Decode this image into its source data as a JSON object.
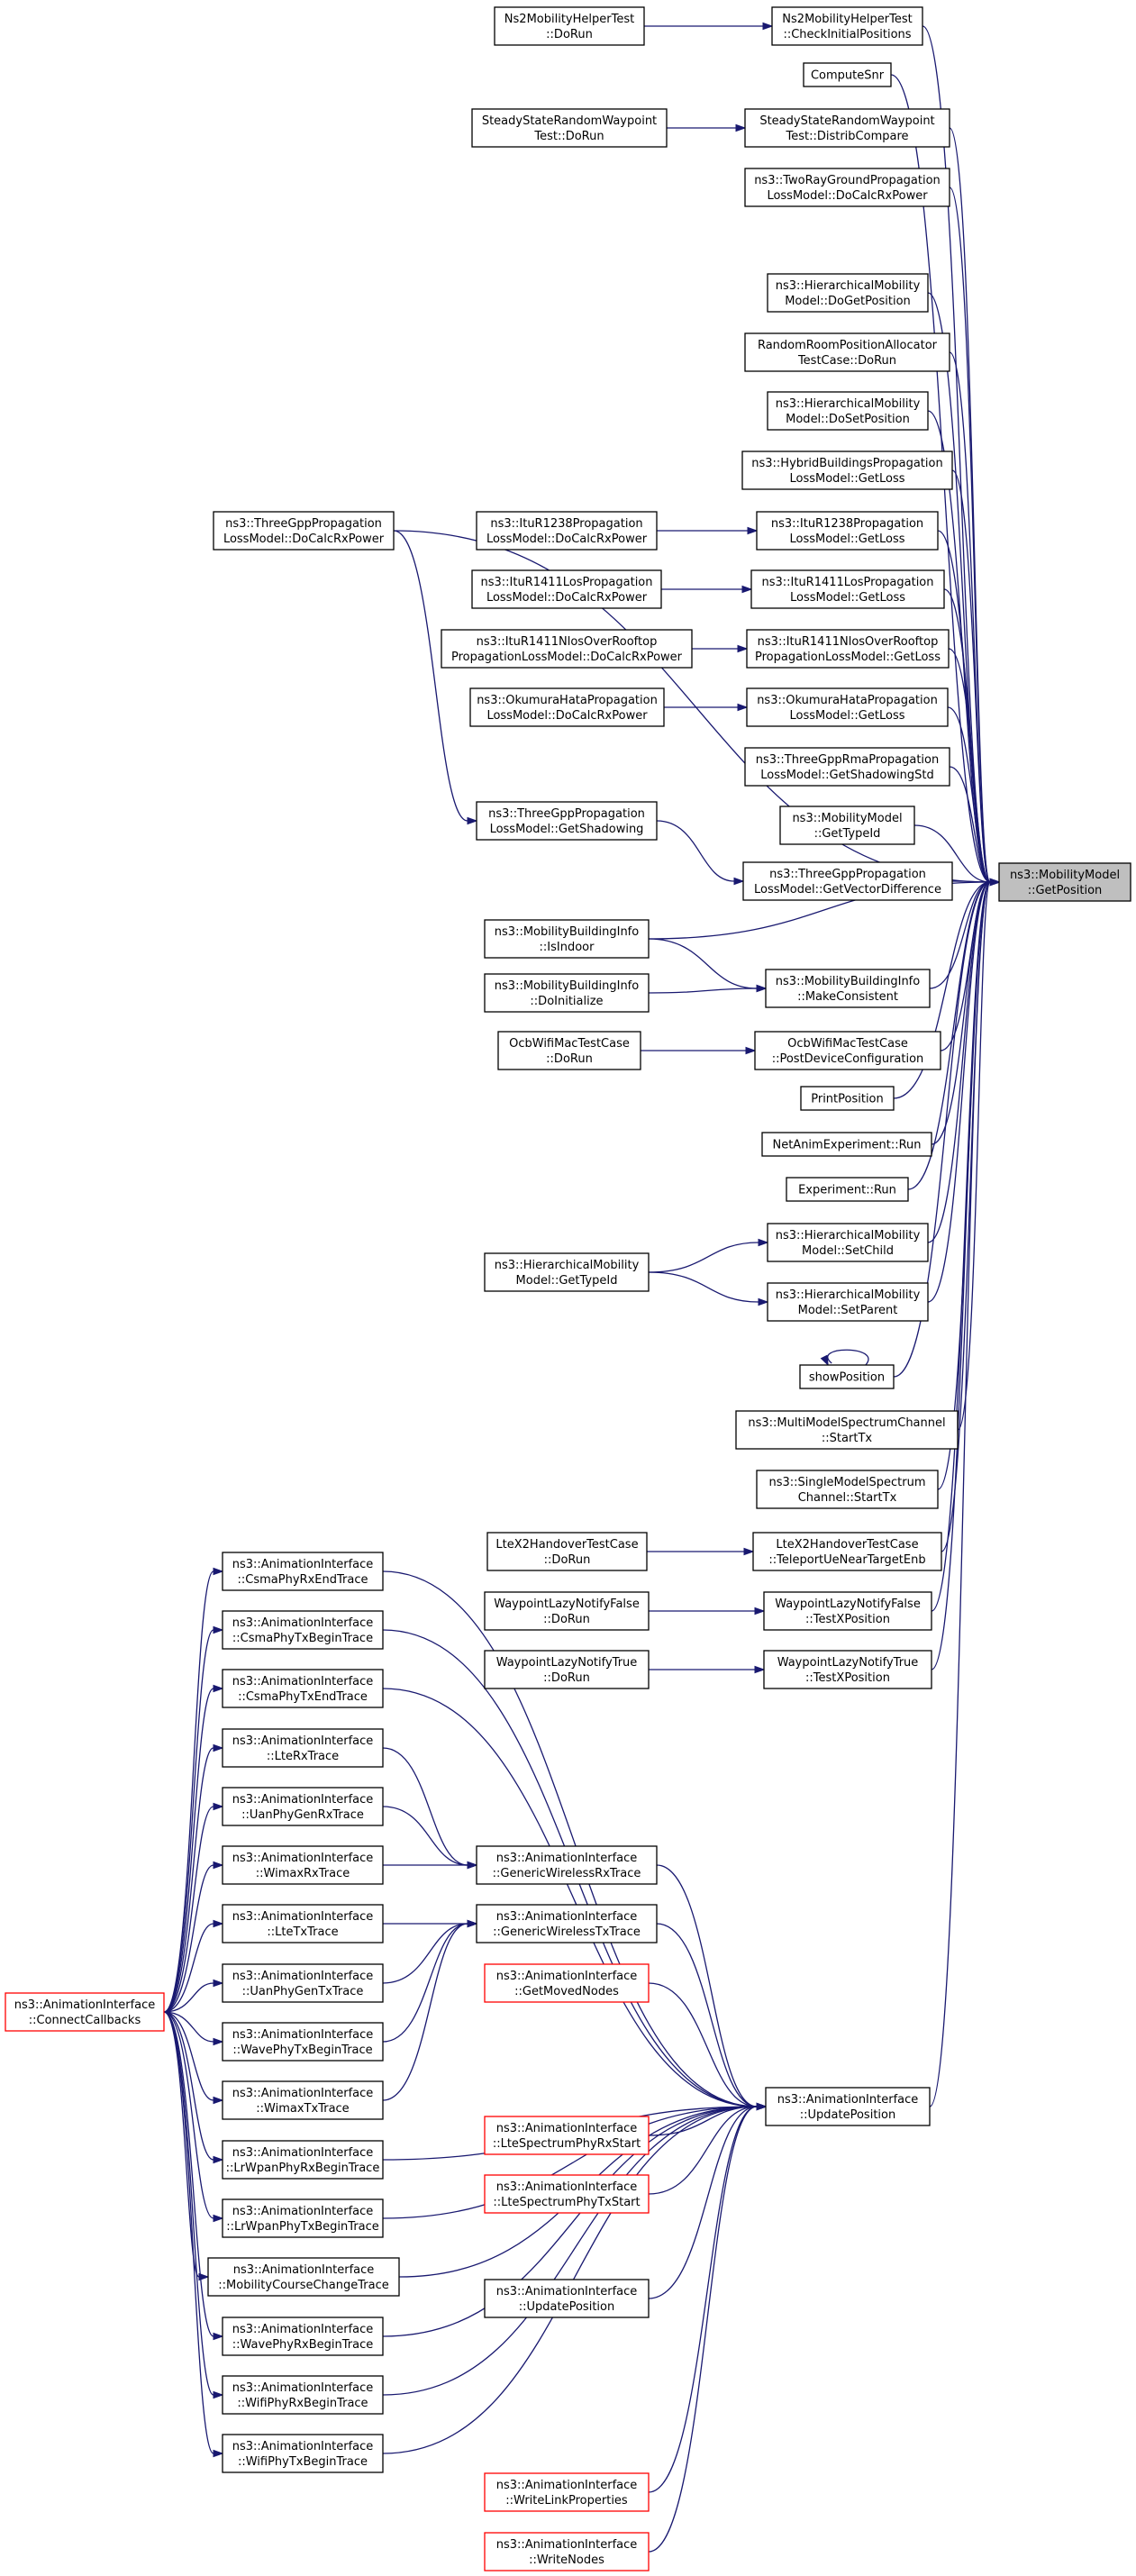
{
  "diagram": {
    "type": "call-graph",
    "focus_node": "getposition",
    "nodes": [
      {
        "id": "getposition",
        "lines": [
          "ns3::MobilityModel",
          "::GetPosition"
        ],
        "focus": true
      },
      {
        "id": "checkinit",
        "lines": [
          "Ns2MobilityHelperTest",
          "::CheckInitialPositions"
        ]
      },
      {
        "id": "ns2dorun",
        "lines": [
          "Ns2MobilityHelperTest",
          "::DoRun"
        ]
      },
      {
        "id": "computesnr",
        "lines": [
          "ComputeSnr"
        ]
      },
      {
        "id": "ssdistrib",
        "lines": [
          "SteadyStateRandomWaypoint",
          "Test::DistribCompare"
        ]
      },
      {
        "id": "ssdorun",
        "lines": [
          "SteadyStateRandomWaypoint",
          "Test::DoRun"
        ]
      },
      {
        "id": "tworay",
        "lines": [
          "ns3::TwoRayGroundPropagation",
          "LossModel::DoCalcRxPower"
        ]
      },
      {
        "id": "threegppdocalc",
        "lines": [
          "ns3::ThreeGppPropagation",
          "LossModel::DoCalcRxPower"
        ]
      },
      {
        "id": "hiergetpos",
        "lines": [
          "ns3::HierarchicalMobility",
          "Model::DoGetPosition"
        ]
      },
      {
        "id": "randroom",
        "lines": [
          "RandomRoomPositionAllocator",
          "TestCase::DoRun"
        ]
      },
      {
        "id": "hiersetpos",
        "lines": [
          "ns3::HierarchicalMobility",
          "Model::DoSetPosition"
        ]
      },
      {
        "id": "hybrid",
        "lines": [
          "ns3::HybridBuildingsPropagation",
          "LossModel::GetLoss"
        ]
      },
      {
        "id": "itu1238calc",
        "lines": [
          "ns3::ItuR1238Propagation",
          "LossModel::DoCalcRxPower"
        ]
      },
      {
        "id": "itu1238loss",
        "lines": [
          "ns3::ItuR1238Propagation",
          "LossModel::GetLoss"
        ]
      },
      {
        "id": "itu1411calc",
        "lines": [
          "ns3::ItuR1411LosPropagation",
          "LossModel::DoCalcRxPower"
        ]
      },
      {
        "id": "itu1411loss",
        "lines": [
          "ns3::ItuR1411LosPropagation",
          "LossModel::GetLoss"
        ]
      },
      {
        "id": "itunloscalc",
        "lines": [
          "ns3::ItuR1411NlosOverRooftop",
          "PropagationLossModel::DoCalcRxPower"
        ]
      },
      {
        "id": "itunlosloss",
        "lines": [
          "ns3::ItuR1411NlosOverRooftop",
          "PropagationLossModel::GetLoss"
        ]
      },
      {
        "id": "okucalc",
        "lines": [
          "ns3::OkumuraHataPropagation",
          "LossModel::DoCalcRxPower"
        ]
      },
      {
        "id": "okuloss",
        "lines": [
          "ns3::OkumuraHataPropagation",
          "LossModel::GetLoss"
        ]
      },
      {
        "id": "rmashadow",
        "lines": [
          "ns3::ThreeGppRmaPropagation",
          "LossModel::GetShadowingStd"
        ]
      },
      {
        "id": "gppshadow",
        "lines": [
          "ns3::ThreeGppPropagation",
          "LossModel::GetShadowing"
        ]
      },
      {
        "id": "mobtypeid",
        "lines": [
          "ns3::MobilityModel",
          "::GetTypeId"
        ]
      },
      {
        "id": "gppvecdiff",
        "lines": [
          "ns3::ThreeGppPropagation",
          "LossModel::GetVectorDifference"
        ]
      },
      {
        "id": "isindoor",
        "lines": [
          "ns3::MobilityBuildingInfo",
          "::IsIndoor"
        ]
      },
      {
        "id": "mbidoinit",
        "lines": [
          "ns3::MobilityBuildingInfo",
          "::DoInitialize"
        ]
      },
      {
        "id": "makecons",
        "lines": [
          "ns3::MobilityBuildingInfo",
          "::MakeConsistent"
        ]
      },
      {
        "id": "ocbdorun",
        "lines": [
          "OcbWifiMacTestCase",
          "::DoRun"
        ]
      },
      {
        "id": "ocbpost",
        "lines": [
          "OcbWifiMacTestCase",
          "::PostDeviceConfiguration"
        ]
      },
      {
        "id": "printpos",
        "lines": [
          "PrintPosition"
        ]
      },
      {
        "id": "netanim",
        "lines": [
          "NetAnimExperiment::Run"
        ]
      },
      {
        "id": "exprun",
        "lines": [
          "Experiment::Run"
        ]
      },
      {
        "id": "hiertypeid",
        "lines": [
          "ns3::HierarchicalMobility",
          "Model::GetTypeId"
        ]
      },
      {
        "id": "hiersetchild",
        "lines": [
          "ns3::HierarchicalMobility",
          "Model::SetChild"
        ]
      },
      {
        "id": "hiersetparent",
        "lines": [
          "ns3::HierarchicalMobility",
          "Model::SetParent"
        ]
      },
      {
        "id": "showpos",
        "lines": [
          "showPosition"
        ]
      },
      {
        "id": "multispec",
        "lines": [
          "ns3::MultiModelSpectrumChannel",
          "::StartTx"
        ]
      },
      {
        "id": "singlespec",
        "lines": [
          "ns3::SingleModelSpectrum",
          "Channel::StartTx"
        ]
      },
      {
        "id": "ltex2dorun",
        "lines": [
          "LteX2HandoverTestCase",
          "::DoRun"
        ]
      },
      {
        "id": "ltex2tele",
        "lines": [
          "LteX2HandoverTestCase",
          "::TeleportUeNearTargetEnb"
        ]
      },
      {
        "id": "wpfalsedorun",
        "lines": [
          "WaypointLazyNotifyFalse",
          "::DoRun"
        ]
      },
      {
        "id": "wpfalsetest",
        "lines": [
          "WaypointLazyNotifyFalse",
          "::TestXPosition"
        ]
      },
      {
        "id": "wptruedorun",
        "lines": [
          "WaypointLazyNotifyTrue",
          "::DoRun"
        ]
      },
      {
        "id": "wptruetest",
        "lines": [
          "WaypointLazyNotifyTrue",
          "::TestXPosition"
        ]
      },
      {
        "id": "connectcb",
        "lines": [
          "ns3::AnimationInterface",
          "::ConnectCallbacks"
        ],
        "red": true
      },
      {
        "id": "csmarxend",
        "lines": [
          "ns3::AnimationInterface",
          "::CsmaPhyRxEndTrace"
        ]
      },
      {
        "id": "csmatxbegin",
        "lines": [
          "ns3::AnimationInterface",
          "::CsmaPhyTxBeginTrace"
        ]
      },
      {
        "id": "csmatxend",
        "lines": [
          "ns3::AnimationInterface",
          "::CsmaPhyTxEndTrace"
        ]
      },
      {
        "id": "lterx",
        "lines": [
          "ns3::AnimationInterface",
          "::LteRxTrace"
        ]
      },
      {
        "id": "uangenrx",
        "lines": [
          "ns3::AnimationInterface",
          "::UanPhyGenRxTrace"
        ]
      },
      {
        "id": "wimaxrx",
        "lines": [
          "ns3::AnimationInterface",
          "::WimaxRxTrace"
        ]
      },
      {
        "id": "ltetx",
        "lines": [
          "ns3::AnimationInterface",
          "::LteTxTrace"
        ]
      },
      {
        "id": "uangentx",
        "lines": [
          "ns3::AnimationInterface",
          "::UanPhyGenTxTrace"
        ]
      },
      {
        "id": "wavetx",
        "lines": [
          "ns3::AnimationInterface",
          "::WavePhyTxBeginTrace"
        ]
      },
      {
        "id": "wimaxtx",
        "lines": [
          "ns3::AnimationInterface",
          "::WimaxTxTrace"
        ]
      },
      {
        "id": "lrwpanrx",
        "lines": [
          "ns3::AnimationInterface",
          "::LrWpanPhyRxBeginTrace"
        ]
      },
      {
        "id": "lrwpantx",
        "lines": [
          "ns3::AnimationInterface",
          "::LrWpanPhyTxBeginTrace"
        ]
      },
      {
        "id": "mobcourse",
        "lines": [
          "ns3::AnimationInterface",
          "::MobilityCourseChangeTrace"
        ]
      },
      {
        "id": "waverx",
        "lines": [
          "ns3::AnimationInterface",
          "::WavePhyRxBeginTrace"
        ]
      },
      {
        "id": "wifirx",
        "lines": [
          "ns3::AnimationInterface",
          "::WifiPhyRxBeginTrace"
        ]
      },
      {
        "id": "wifitx",
        "lines": [
          "ns3::AnimationInterface",
          "::WifiPhyTxBeginTrace"
        ]
      },
      {
        "id": "genwirelessrx",
        "lines": [
          "ns3::AnimationInterface",
          "::GenericWirelessRxTrace"
        ]
      },
      {
        "id": "genwirelesstx",
        "lines": [
          "ns3::AnimationInterface",
          "::GenericWirelessTxTrace"
        ]
      },
      {
        "id": "getmoved",
        "lines": [
          "ns3::AnimationInterface",
          "::GetMovedNodes"
        ],
        "red": true
      },
      {
        "id": "updatepos",
        "lines": [
          "ns3::AnimationInterface",
          "::UpdatePosition"
        ]
      },
      {
        "id": "ltespecrx",
        "lines": [
          "ns3::AnimationInterface",
          "::LteSpectrumPhyRxStart"
        ],
        "red": true
      },
      {
        "id": "ltespectx",
        "lines": [
          "ns3::AnimationInterface",
          "::LteSpectrumPhyTxStart"
        ],
        "red": true
      },
      {
        "id": "updatepos2",
        "lines": [
          "ns3::AnimationInterface",
          "::UpdatePosition"
        ]
      },
      {
        "id": "writelink",
        "lines": [
          "ns3::AnimationInterface",
          "::WriteLinkProperties"
        ],
        "red": true
      },
      {
        "id": "writenodes",
        "lines": [
          "ns3::AnimationInterface",
          "::WriteNodes"
        ],
        "red": true
      }
    ],
    "edges": [
      {
        "from": "ns2dorun",
        "to": "checkinit"
      },
      {
        "from": "ssdorun",
        "to": "ssdistrib"
      },
      {
        "from": "itu1238calc",
        "to": "itu1238loss"
      },
      {
        "from": "itu1411calc",
        "to": "itu1411loss"
      },
      {
        "from": "itunloscalc",
        "to": "itunlosloss"
      },
      {
        "from": "okucalc",
        "to": "okuloss"
      },
      {
        "from": "threegppdocalc",
        "to": "gppshadow"
      },
      {
        "from": "gppshadow",
        "to": "gppvecdiff"
      },
      {
        "from": "isindoor",
        "to": "makecons"
      },
      {
        "from": "mbidoinit",
        "to": "makecons"
      },
      {
        "from": "ocbdorun",
        "to": "ocbpost"
      },
      {
        "from": "hiertypeid",
        "to": "hiersetchild"
      },
      {
        "from": "hiertypeid",
        "to": "hiersetparent"
      },
      {
        "from": "showpos",
        "to": "showpos"
      },
      {
        "from": "ltex2dorun",
        "to": "ltex2tele"
      },
      {
        "from": "wpfalsedorun",
        "to": "wpfalsetest"
      },
      {
        "from": "wptruedorun",
        "to": "wptruetest"
      },
      {
        "from": "checkinit",
        "to": "getposition"
      },
      {
        "from": "computesnr",
        "to": "getposition"
      },
      {
        "from": "ssdistrib",
        "to": "getposition"
      },
      {
        "from": "tworay",
        "to": "getposition"
      },
      {
        "from": "threegppdocalc",
        "to": "getposition"
      },
      {
        "from": "hiergetpos",
        "to": "getposition"
      },
      {
        "from": "randroom",
        "to": "getposition"
      },
      {
        "from": "hiersetpos",
        "to": "getposition"
      },
      {
        "from": "hybrid",
        "to": "getposition"
      },
      {
        "from": "itu1238loss",
        "to": "getposition"
      },
      {
        "from": "itu1411loss",
        "to": "getposition"
      },
      {
        "from": "itunlosloss",
        "to": "getposition"
      },
      {
        "from": "okuloss",
        "to": "getposition"
      },
      {
        "from": "rmashadow",
        "to": "getposition"
      },
      {
        "from": "mobtypeid",
        "to": "getposition"
      },
      {
        "from": "gppvecdiff",
        "to": "getposition"
      },
      {
        "from": "isindoor",
        "to": "getposition"
      },
      {
        "from": "makecons",
        "to": "getposition"
      },
      {
        "from": "ocbpost",
        "to": "getposition"
      },
      {
        "from": "printpos",
        "to": "getposition"
      },
      {
        "from": "netanim",
        "to": "getposition"
      },
      {
        "from": "exprun",
        "to": "getposition"
      },
      {
        "from": "hiersetchild",
        "to": "getposition"
      },
      {
        "from": "hiersetparent",
        "to": "getposition"
      },
      {
        "from": "showpos",
        "to": "getposition"
      },
      {
        "from": "multispec",
        "to": "getposition"
      },
      {
        "from": "singlespec",
        "to": "getposition"
      },
      {
        "from": "ltex2tele",
        "to": "getposition"
      },
      {
        "from": "wpfalsetest",
        "to": "getposition"
      },
      {
        "from": "wptruetest",
        "to": "getposition"
      },
      {
        "from": "updatepos",
        "to": "getposition"
      },
      {
        "from": "connectcb",
        "to": "csmarxend"
      },
      {
        "from": "connectcb",
        "to": "csmatxbegin"
      },
      {
        "from": "connectcb",
        "to": "csmatxend"
      },
      {
        "from": "connectcb",
        "to": "lterx"
      },
      {
        "from": "connectcb",
        "to": "uangenrx"
      },
      {
        "from": "connectcb",
        "to": "wimaxrx"
      },
      {
        "from": "connectcb",
        "to": "ltetx"
      },
      {
        "from": "connectcb",
        "to": "uangentx"
      },
      {
        "from": "connectcb",
        "to": "wavetx"
      },
      {
        "from": "connectcb",
        "to": "wimaxtx"
      },
      {
        "from": "connectcb",
        "to": "lrwpanrx"
      },
      {
        "from": "connectcb",
        "to": "lrwpantx"
      },
      {
        "from": "connectcb",
        "to": "mobcourse"
      },
      {
        "from": "connectcb",
        "to": "waverx"
      },
      {
        "from": "connectcb",
        "to": "wifirx"
      },
      {
        "from": "connectcb",
        "to": "wifitx"
      },
      {
        "from": "lterx",
        "to": "genwirelessrx"
      },
      {
        "from": "uangenrx",
        "to": "genwirelessrx"
      },
      {
        "from": "wimaxrx",
        "to": "genwirelessrx"
      },
      {
        "from": "ltetx",
        "to": "genwirelesstx"
      },
      {
        "from": "uangentx",
        "to": "genwirelesstx"
      },
      {
        "from": "wavetx",
        "to": "genwirelesstx"
      },
      {
        "from": "wimaxtx",
        "to": "genwirelesstx"
      },
      {
        "from": "csmarxend",
        "to": "updatepos"
      },
      {
        "from": "csmatxbegin",
        "to": "updatepos"
      },
      {
        "from": "csmatxend",
        "to": "updatepos"
      },
      {
        "from": "genwirelessrx",
        "to": "updatepos"
      },
      {
        "from": "genwirelesstx",
        "to": "updatepos"
      },
      {
        "from": "getmoved",
        "to": "updatepos"
      },
      {
        "from": "lrwpanrx",
        "to": "updatepos"
      },
      {
        "from": "lrwpantx",
        "to": "updatepos"
      },
      {
        "from": "ltespecrx",
        "to": "updatepos"
      },
      {
        "from": "ltespectx",
        "to": "updatepos"
      },
      {
        "from": "mobcourse",
        "to": "updatepos"
      },
      {
        "from": "updatepos2",
        "to": "updatepos"
      },
      {
        "from": "waverx",
        "to": "updatepos"
      },
      {
        "from": "wifirx",
        "to": "updatepos"
      },
      {
        "from": "wifitx",
        "to": "updatepos"
      },
      {
        "from": "writelink",
        "to": "updatepos"
      },
      {
        "from": "writenodes",
        "to": "updatepos"
      }
    ]
  }
}
